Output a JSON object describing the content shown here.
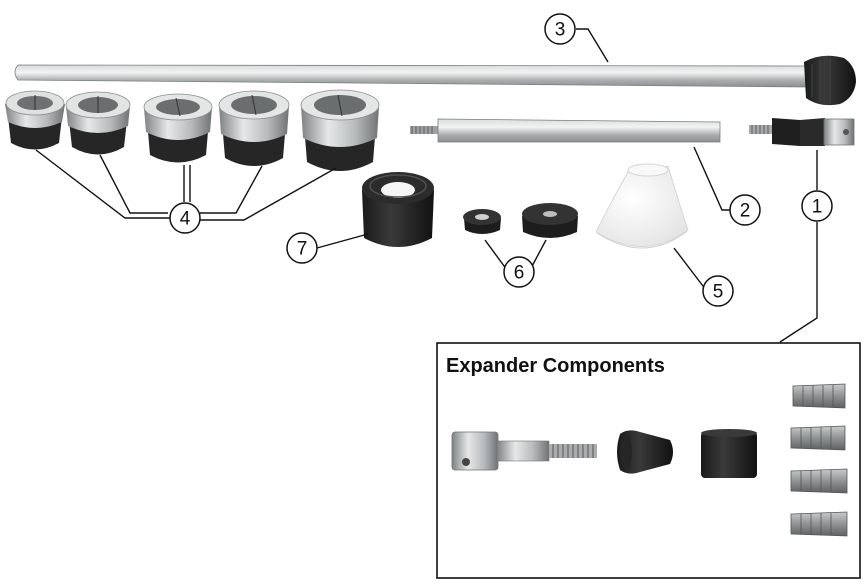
{
  "callouts": [
    "1",
    "2",
    "3",
    "4",
    "5",
    "6",
    "7"
  ],
  "inset": {
    "title": "Expander Components"
  }
}
